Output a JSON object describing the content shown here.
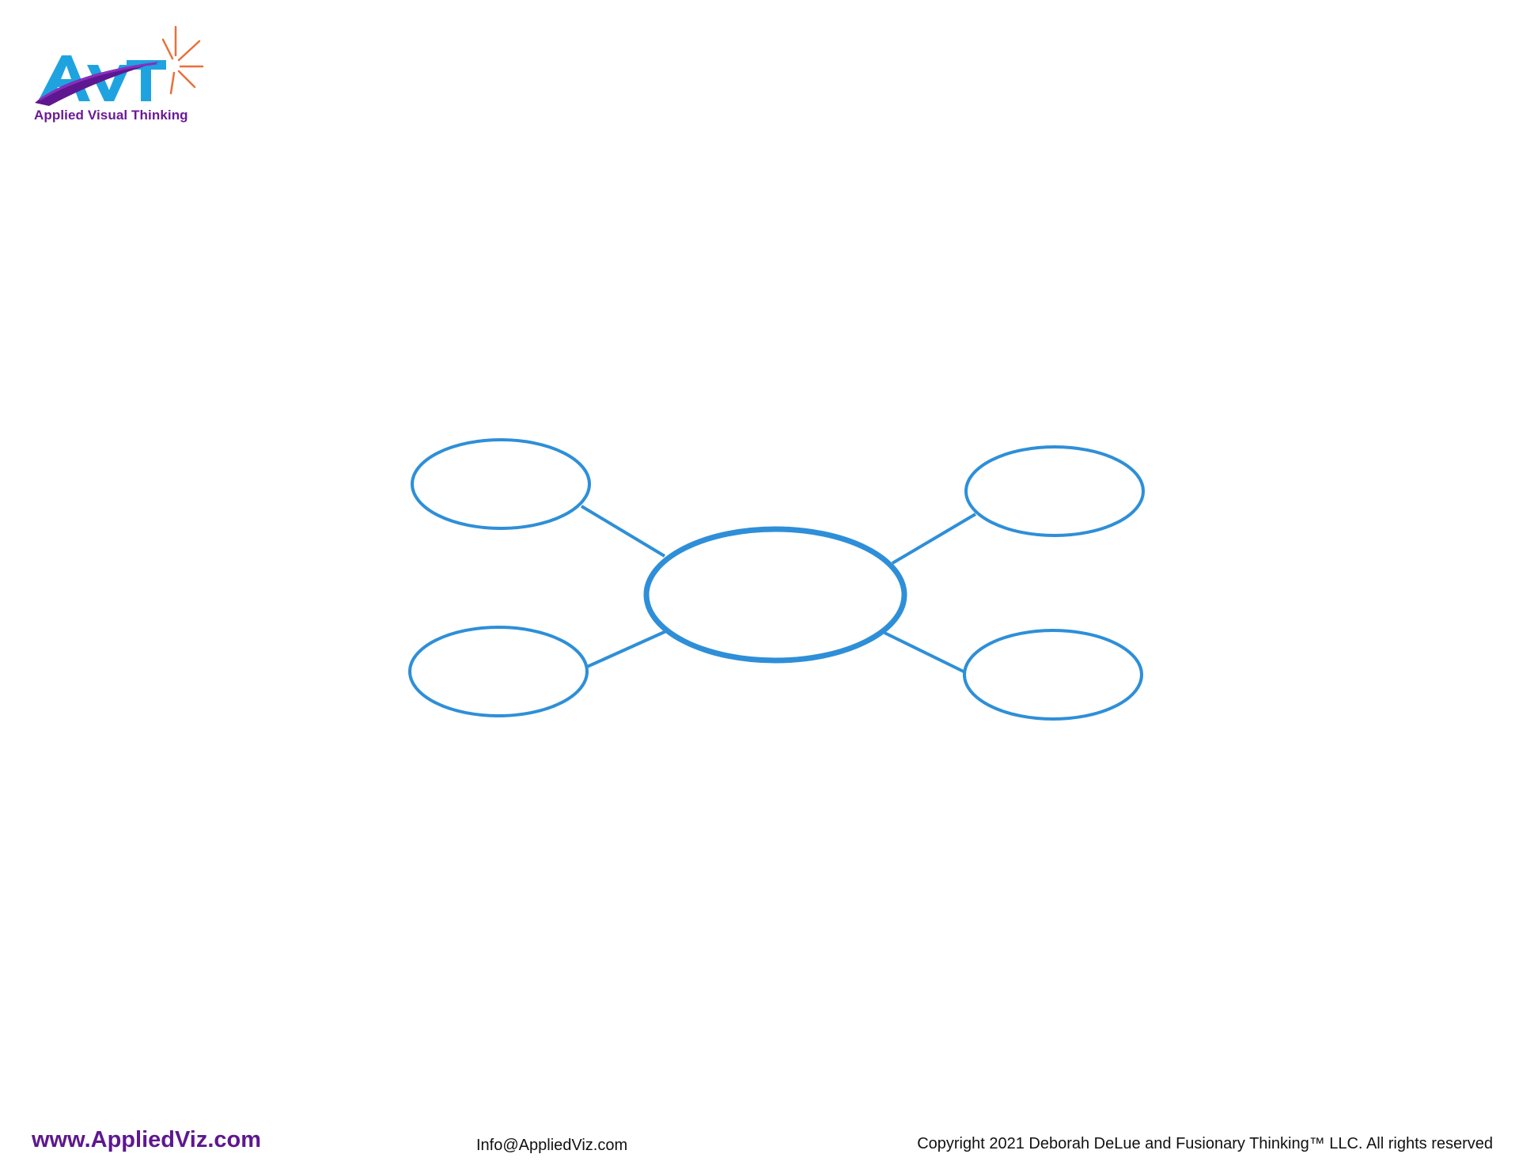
{
  "logo": {
    "wordmark": "AVT",
    "tagline": "Applied Visual Thinking"
  },
  "diagram": {
    "type": "mind-map",
    "center_node": "",
    "branch_nodes": [
      "",
      "",
      "",
      ""
    ],
    "color": "#2e8fd8"
  },
  "footer": {
    "website": "www.AppliedViz.com",
    "email": "Info@AppliedViz.com",
    "copyright": "Copyright 2021 Deborah DeLue and Fusionary Thinking™ LLC. All rights reserved"
  },
  "colors": {
    "brand_purple": "#5e1790",
    "brand_blue": "#1fa3e0",
    "burst_orange": "#e8703a",
    "diagram_blue": "#2e8fd8"
  }
}
